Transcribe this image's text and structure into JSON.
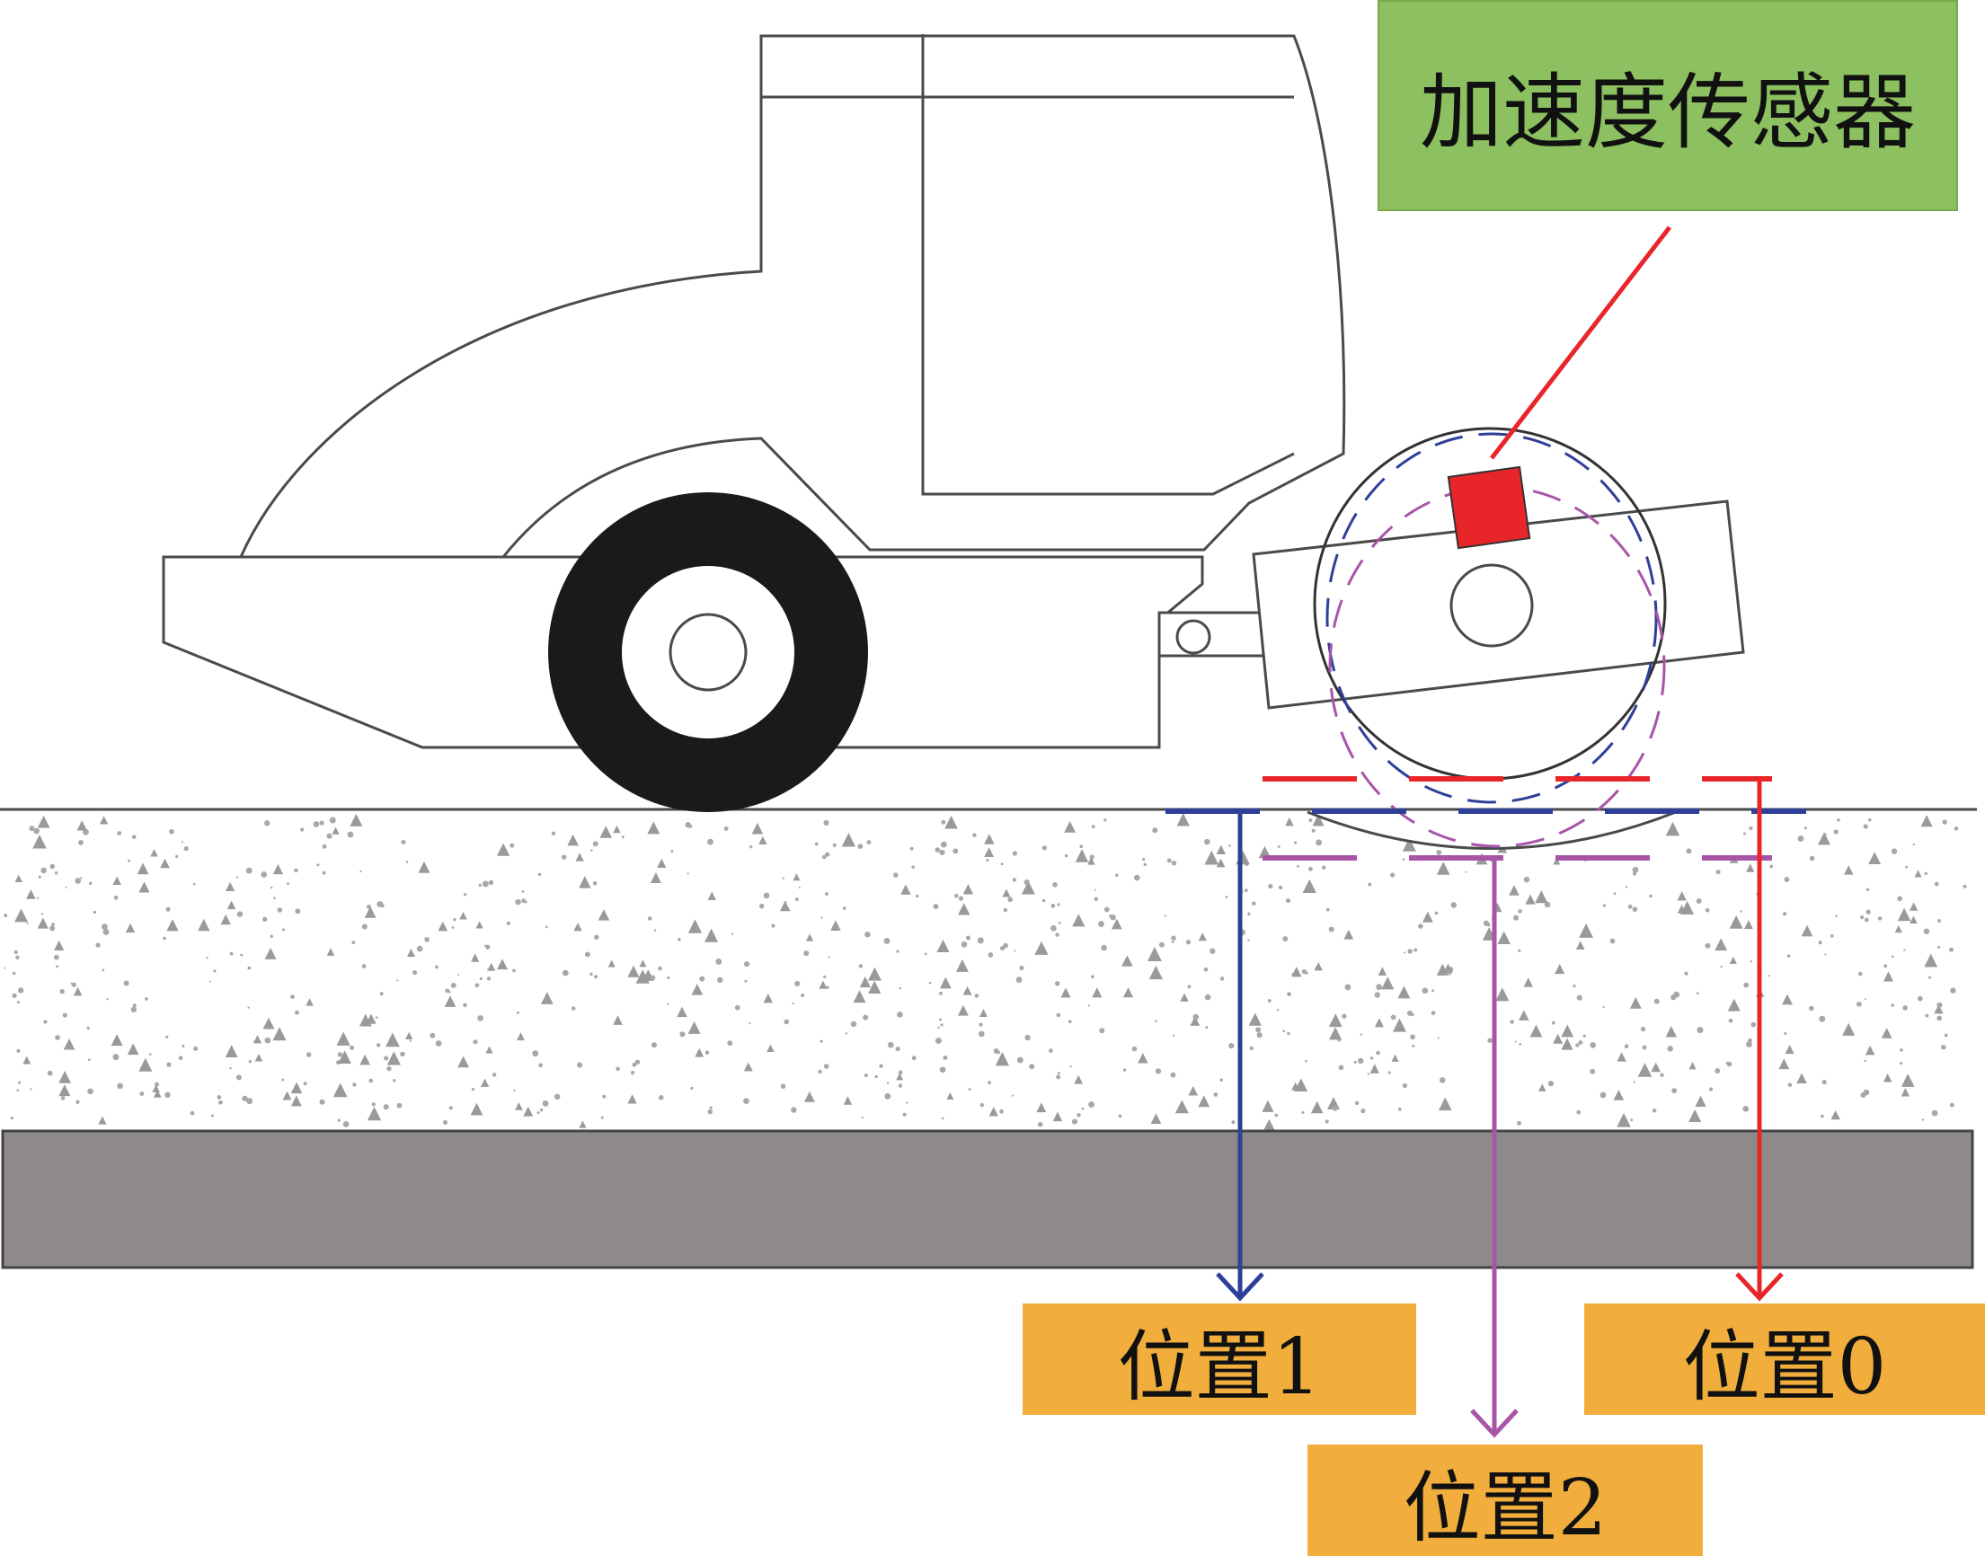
{
  "labels": {
    "sensor": "加速度传感器",
    "position_1": "位置1",
    "position_0": "位置0",
    "position_2": "位置2"
  },
  "colors": {
    "sensor_label_bg": "#8cc060",
    "position_label_bg": "#f2ae3c",
    "sensor_block": "#e8262a",
    "position_0_line": "#e8262a",
    "position_1_line": "#2e3f98",
    "position_2_line": "#a855a8",
    "roller_wheel": "#1a1a1a",
    "base_layer": "#8f8a8a",
    "outline": "#4a4a4a"
  }
}
